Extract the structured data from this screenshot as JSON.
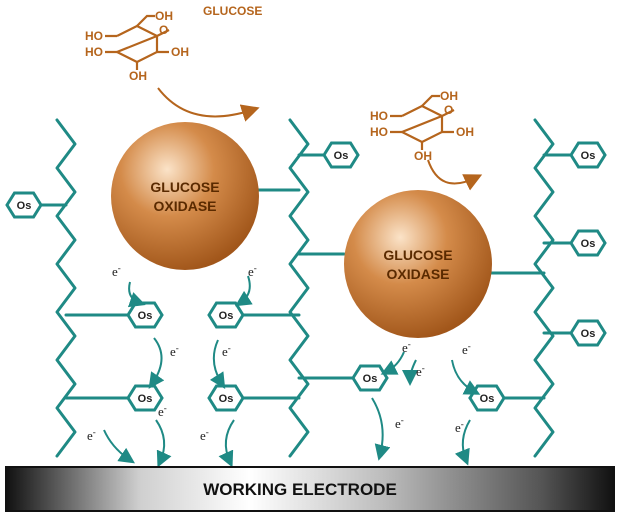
{
  "glucose_label": "GLUCOSE",
  "enzyme_label_line1": "GLUCOSE",
  "enzyme_label_line2": "OXIDASE",
  "electrode_label": "WORKING ELECTRODE",
  "mediator_label": "Os",
  "electron_label": "e",
  "electron_charge": "-",
  "hydroxyl_label": "HO",
  "hydroxyl_label_r": "OH",
  "ring_oxygen": "O",
  "colors": {
    "polymer": "#1f8a85",
    "enzyme": "#c47a3a",
    "glucose": "#b5651d",
    "electrode_dark": "#222222"
  }
}
